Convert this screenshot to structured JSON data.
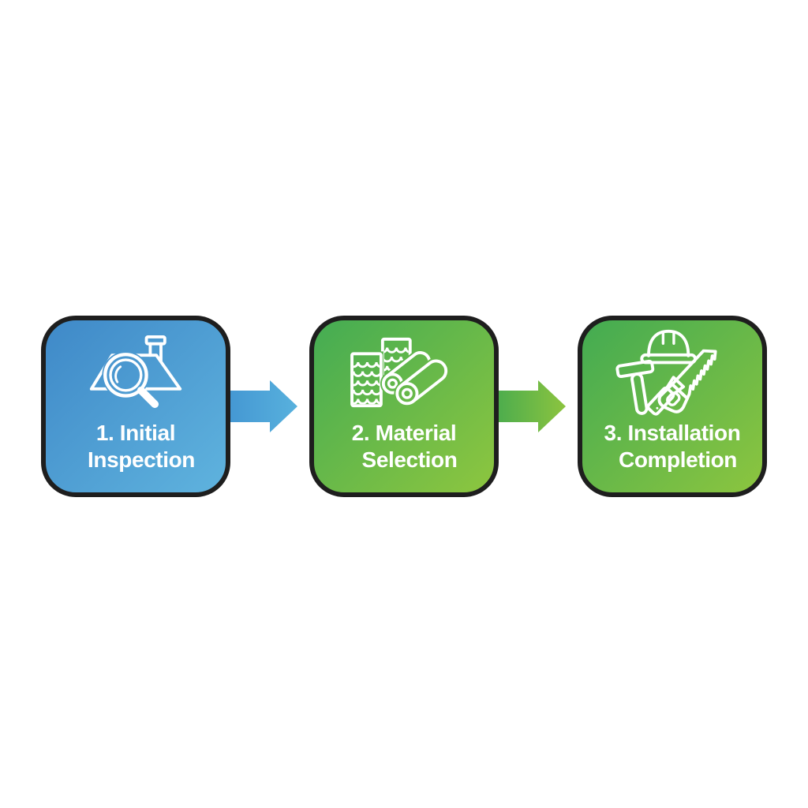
{
  "colors": {
    "background": "#ffffff",
    "box_border": "#1e1e1e",
    "label_text": "#ffffff",
    "icon_stroke": "#ffffff"
  },
  "steps": [
    {
      "label_line1": "1. Initial",
      "label_line2": "Inspection",
      "icon": "roof-inspection-magnifier-icon",
      "gradient_start": "#3f89c8",
      "gradient_end": "#5fb3de"
    },
    {
      "label_line1": "2. Material",
      "label_line2": "Selection",
      "icon": "shingle-sheets-and-rolls-icon",
      "gradient_start": "#44ac53",
      "gradient_end": "#8dc63f"
    },
    {
      "label_line1": "3. Installation",
      "label_line2": "Completion",
      "icon": "construction-tools-icon",
      "gradient_start": "#43ab52",
      "gradient_end": "#8cc53f"
    }
  ],
  "arrows": [
    {
      "icon": "right-arrow-icon",
      "gradient_start": "#4598d3",
      "gradient_end": "#58b1dd"
    },
    {
      "icon": "right-arrow-icon",
      "gradient_start": "#4ead4d",
      "gradient_end": "#8cc43f"
    }
  ]
}
